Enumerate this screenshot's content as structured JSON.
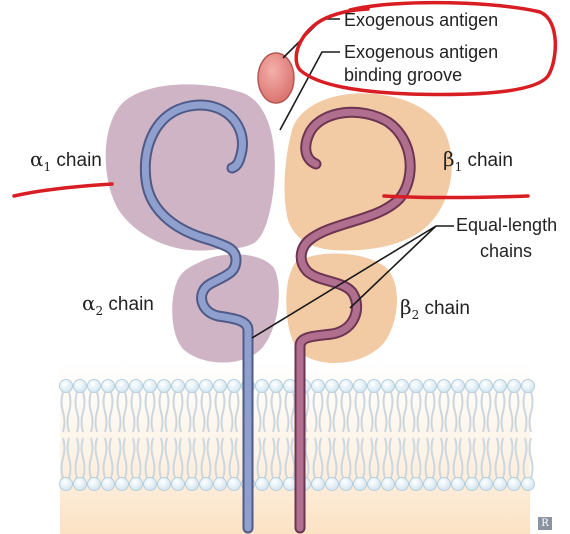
{
  "labels": {
    "exogenous_antigen": "Exogenous antigen",
    "groove_line1": "Exogenous antigen",
    "groove_line2": "binding groove",
    "alpha1_symbol": "α",
    "alpha1_sub": "1",
    "alpha1_word": " chain",
    "beta1_symbol": "β",
    "beta1_sub": "1",
    "beta1_word": " chain",
    "alpha2_symbol": "α",
    "alpha2_sub": "2",
    "alpha2_word": " chain",
    "beta2_symbol": "β",
    "beta2_sub": "2",
    "beta2_word": " chain",
    "equal_line1": "Equal-length",
    "equal_line2": "chains"
  },
  "logo": {
    "text": "R"
  },
  "colors": {
    "alpha_domain": "#cfb4c6",
    "beta_domain": "#f2caa3",
    "alpha_chain": "#7f8fc0",
    "beta_chain": "#a8607e",
    "antigen": "#e78a86",
    "annotation_ink": "#d81e23",
    "membrane_head": "#dfeef6",
    "membrane_tail": "#d6dde3"
  }
}
